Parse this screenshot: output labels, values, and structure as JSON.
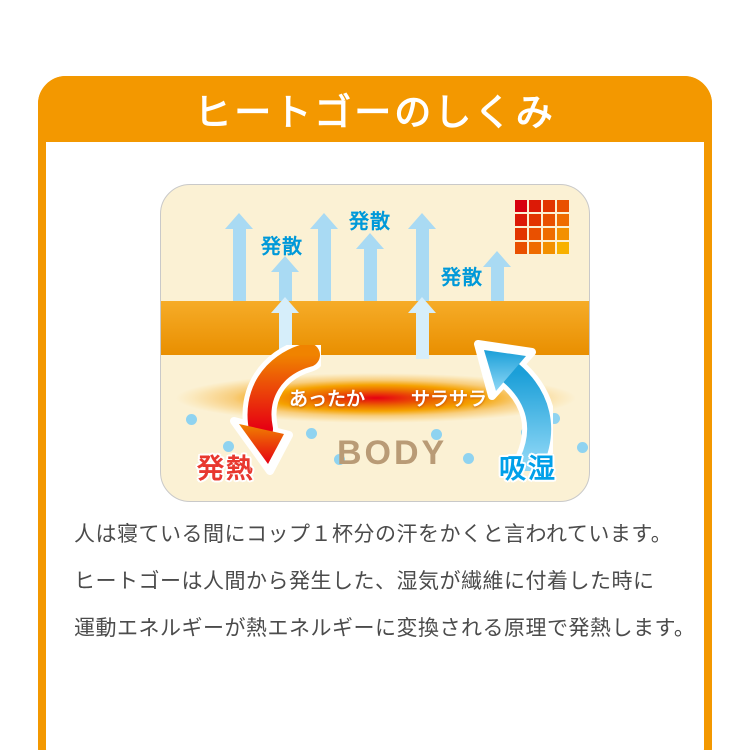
{
  "header": {
    "title": "ヒートゴーのしくみ"
  },
  "diagram": {
    "evaporation_labels": [
      "発散",
      "発散",
      "発散"
    ],
    "warm_label": "あったか",
    "dry_label": "サラサラ",
    "heat_label": "発熱",
    "absorb_label": "吸湿",
    "body_label": "BODY",
    "pixel_grid_rows": [
      [
        "#D7000F",
        "#DC1A06",
        "#E23500",
        "#E95000"
      ],
      [
        "#DC1A06",
        "#E23500",
        "#E95000",
        "#EF6C00"
      ],
      [
        "#E23500",
        "#E95000",
        "#EF6C00",
        "#F39000"
      ],
      [
        "#E95000",
        "#EF6C00",
        "#F39000",
        "#F8B100"
      ]
    ]
  },
  "description": {
    "lines": [
      "人は寝ている間にコップ１杯分の汗をかくと言われています。",
      "ヒートゴーは人間から発生した、湿気が繊維に付着した時に",
      "運動エネルギーが熱エネルギーに変換される原理で発熱します。"
    ]
  },
  "colors": {
    "accent_orange": "#F39800",
    "diagram_bg": "#FBF1D4",
    "fabric_orange_top": "#F6AC28",
    "fabric_orange_bottom": "#E98F00",
    "evaporation_arrow_blue": "#A9DAF3",
    "evaporation_label_blue": "#0099D9",
    "heat_red": "#E60012",
    "absorb_blue": "#00A0E9",
    "body_tan": "#B99B76",
    "text_gray": "#4B4B4B"
  }
}
